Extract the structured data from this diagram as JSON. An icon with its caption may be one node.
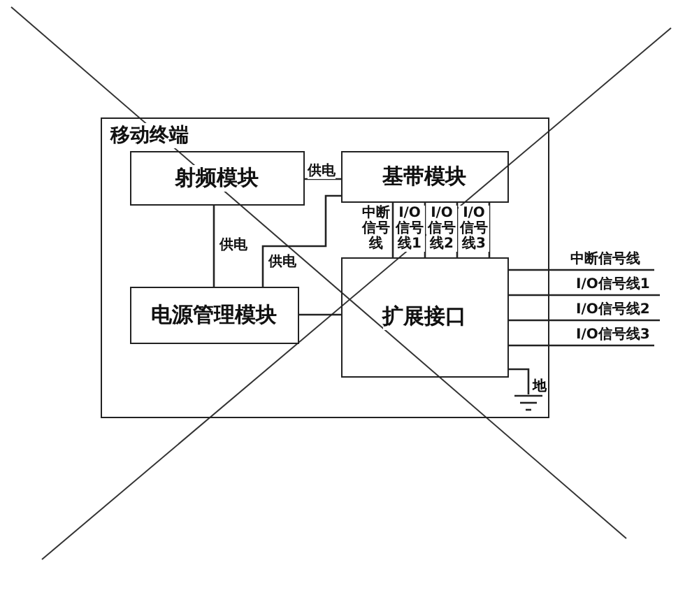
{
  "diagram": {
    "nodes": [
      {
        "text": [
          "移动终端"
        ]
      },
      {
        "text": [
          "射频模块"
        ],
        "in": 0
      },
      {
        "text": [
          "基带模块"
        ],
        "in": 0
      },
      {
        "text": [
          "电源管理模块"
        ],
        "in": 0
      },
      {
        "text": [
          "扩展接口"
        ],
        "in": 0
      },
      {
        "text": [],
        "shape": "ground",
        "beside": [
          "地"
        ],
        "in": 0
      }
    ],
    "edges": [
      {
        "from": 1,
        "to": 2,
        "arrow": "none",
        "label": "供电"
      },
      {
        "from": 1,
        "to": 3,
        "arrow": "none",
        "label": "供电"
      },
      {
        "from": 3,
        "to": 2,
        "arrow": "none",
        "label": "供电"
      },
      {
        "from": 3,
        "to": 4,
        "arrow": "none"
      },
      {
        "from": 2,
        "to": 4,
        "arrow": "none",
        "label": "中断信号线"
      },
      {
        "from": 2,
        "to": 4,
        "arrow": "none",
        "label": "I/O信号线1"
      },
      {
        "from": 2,
        "to": 4,
        "arrow": "none",
        "label": "I/O信号线2"
      },
      {
        "from": 2,
        "to": 4,
        "arrow": "none",
        "label": "I/O信号线3"
      },
      {
        "from": 4,
        "to": null,
        "arrow": "none",
        "label": "中断信号线"
      },
      {
        "from": 4,
        "to": null,
        "arrow": "none",
        "label": "I/O信号线1"
      },
      {
        "from": 4,
        "to": null,
        "arrow": "none",
        "label": "I/O信号线2"
      },
      {
        "from": 4,
        "to": null,
        "arrow": "none",
        "label": "I/O信号线3"
      },
      {
        "from": 4,
        "to": 5,
        "arrow": "none"
      }
    ]
  }
}
